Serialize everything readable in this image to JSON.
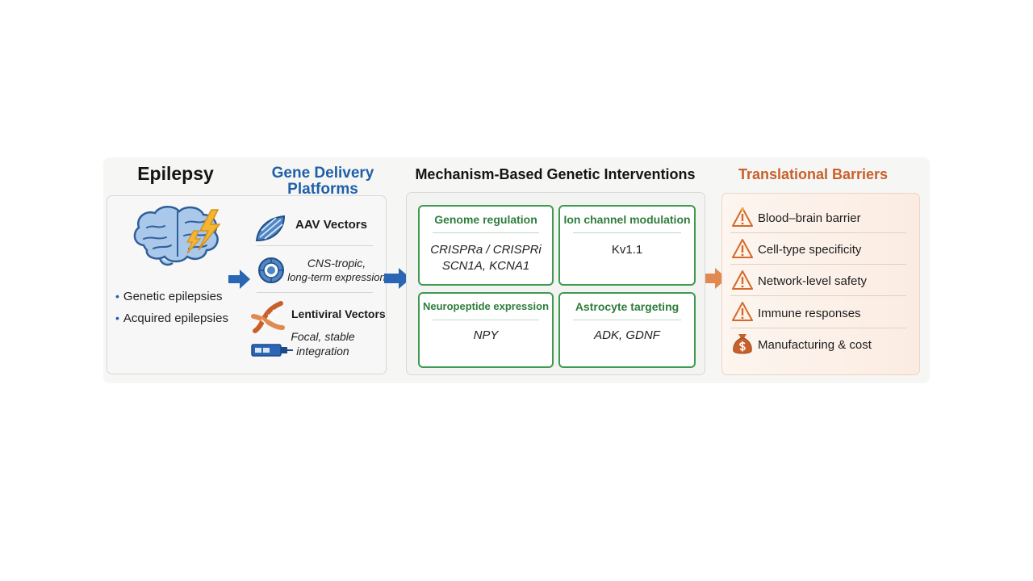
{
  "headings": {
    "epilepsy": "Epilepsy",
    "gene_delivery": "Gene Delivery Platforms",
    "mechanism": "Mechanism-Based Genetic Interventions",
    "barriers": "Translational Barriers"
  },
  "epilepsy": {
    "bullets": [
      "Genetic epilepsies",
      "Acquired epilepsies"
    ]
  },
  "platforms": {
    "aav_label": "AAV Vectors",
    "aav_desc_line1": "CNS-tropic,",
    "aav_desc_line2": "long-term expression",
    "lenti_label": "Lentiviral Vectors",
    "lenti_desc_line1": "Focal, stable",
    "lenti_desc_line2": "integration"
  },
  "interventions": [
    {
      "title": "Genome regulation",
      "line1": "CRISPRa / CRISPRi",
      "line2": "SCN1A, KCNA1"
    },
    {
      "title": "Ion channel modulation",
      "line1": "Kv1.1",
      "line2": ""
    },
    {
      "title": "Neuropeptide expression",
      "line1": "NPY",
      "line2": ""
    },
    {
      "title": "Astrocyte targeting",
      "line1": "ADK, GDNF",
      "line2": ""
    }
  ],
  "barriers": [
    {
      "label": "Blood–brain barrier",
      "icon": "warning-icon"
    },
    {
      "label": "Cell-type specificity",
      "icon": "warning-icon"
    },
    {
      "label": "Network-level safety",
      "icon": "warning-icon"
    },
    {
      "label": "Immune responses",
      "icon": "warning-icon"
    },
    {
      "label": "Manufacturing & cost",
      "icon": "money-bag-icon"
    }
  ],
  "colors": {
    "blue_accent": "#1f5fa8",
    "green_accent": "#3e9a4f",
    "orange_accent": "#c8602a"
  }
}
